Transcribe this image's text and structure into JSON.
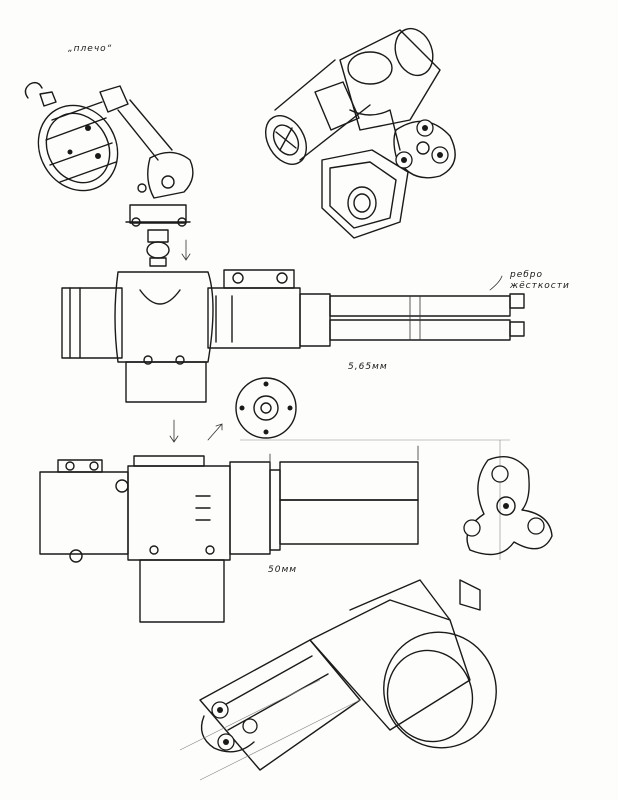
{
  "annotations": {
    "shoulder": "„плечо“",
    "rib_line1": "ребро",
    "rib_line2": "жёсткости",
    "caliber_top": "5,65мм",
    "caliber_bottom": "50мм"
  },
  "colors": {
    "ink": "#1a1a1a",
    "paper": "#fdfdfc"
  }
}
